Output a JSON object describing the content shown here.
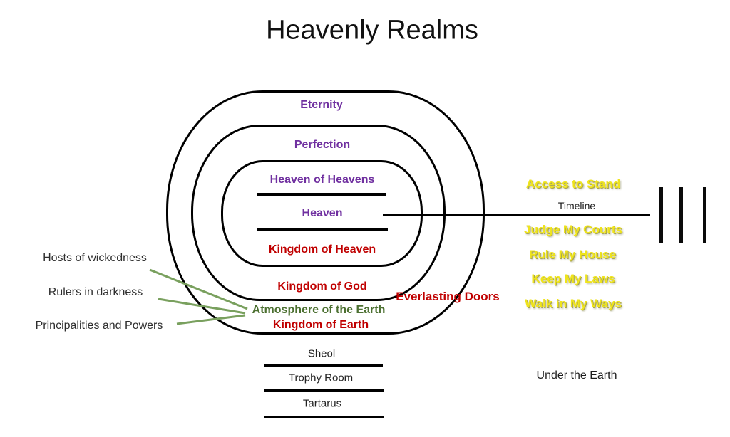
{
  "title": "Heavenly Realms",
  "rings": [
    {
      "label": "Eternity"
    },
    {
      "label": "Perfection"
    },
    {
      "label": "Heaven of Heavens"
    },
    {
      "label": "Heaven"
    }
  ],
  "bands": [
    {
      "label": "Kingdom of Heaven"
    },
    {
      "label": "Kingdom of God"
    },
    {
      "label": "Atmosphere of the Earth"
    },
    {
      "label": "Kingdom of Earth"
    }
  ],
  "doors_label": "Everlasting Doors",
  "left_labels": [
    {
      "label": "Hosts of wickedness"
    },
    {
      "label": "Rulers in darkness"
    },
    {
      "label": "Principalities and Powers"
    }
  ],
  "right_column": {
    "access_label": "Access to Stand",
    "timeline_label": "Timeline",
    "privileges": [
      {
        "label": "Judge My Courts"
      },
      {
        "label": "Rule My House"
      },
      {
        "label": "Keep My Laws"
      },
      {
        "label": "Walk in My Ways"
      }
    ]
  },
  "underworld": {
    "levels": [
      {
        "label": "Sheol"
      },
      {
        "label": "Trophy Room"
      },
      {
        "label": "Tartarus"
      }
    ],
    "caption": "Under the Earth"
  },
  "colors": {
    "label_purple": "#7030A0",
    "label_dark_red": "#C00000",
    "label_dark_green": "#4C7031",
    "connector_green": "#79A05E",
    "label_yellow": "#EFE41C",
    "line_black": "#000000"
  }
}
